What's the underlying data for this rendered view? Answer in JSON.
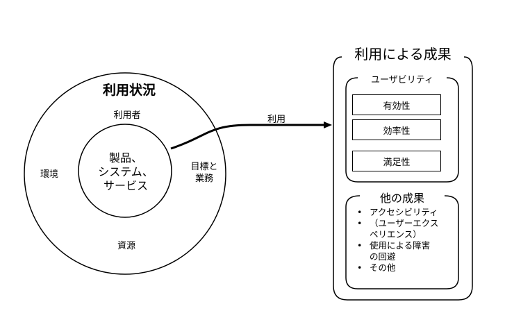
{
  "context": {
    "title": "利用状況",
    "user": "利用者",
    "environment": "環境",
    "goals_line1": "目標と",
    "goals_line2": "業務",
    "resources": "資源",
    "product_line1": "製品、",
    "product_line2": "システム、",
    "product_line3": "サービス"
  },
  "arrow": {
    "label": "利用"
  },
  "outcomes": {
    "title": "利用による成果",
    "usability": {
      "title": "ユーザビリティ",
      "items": [
        "有効性",
        "効率性",
        "満足性"
      ]
    },
    "other": {
      "title": "他の成果",
      "items": [
        {
          "line1": "アクセシビリティ",
          "line2": ""
        },
        {
          "line1": "（ユーザーエクス",
          "line2": "ペリエンス）"
        },
        {
          "line1": "使用による障害",
          "line2": "の回避"
        },
        {
          "line1": "その他",
          "line2": ""
        }
      ]
    }
  }
}
